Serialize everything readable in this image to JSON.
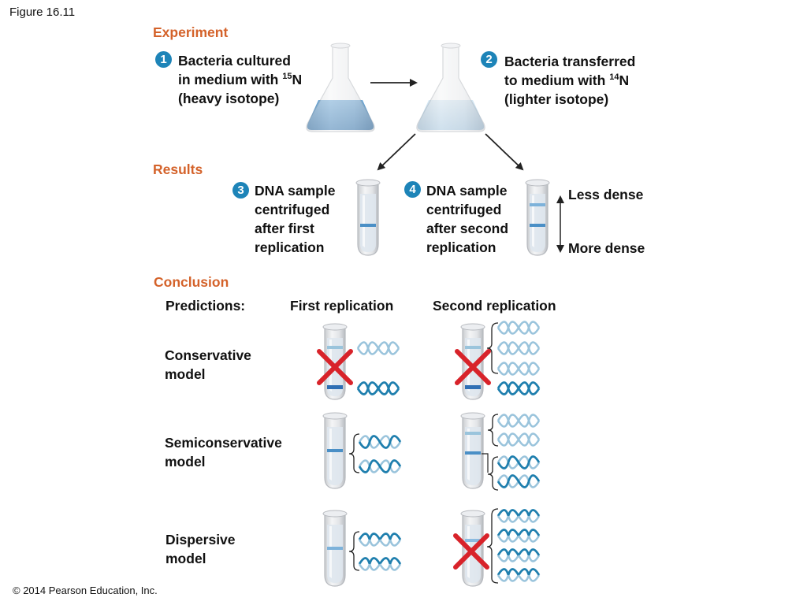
{
  "figure_label": "Figure 16.11",
  "copyright": "© 2014 Pearson Education, Inc.",
  "experiment": {
    "heading": "Experiment",
    "step1": {
      "number": "1",
      "line1": "Bacteria cultured",
      "line2_prefix": "in medium with ",
      "isotope_mass": "15",
      "isotope_symbol": "N",
      "line3": "(heavy isotope)"
    },
    "step2": {
      "number": "2",
      "line1": "Bacteria transferred",
      "line2_prefix": "to medium with ",
      "isotope_mass": "14",
      "isotope_symbol": "N",
      "line3": "(lighter isotope)"
    }
  },
  "results": {
    "heading": "Results",
    "step3": {
      "number": "3",
      "lines": [
        "DNA sample",
        "centrifuged",
        "after first",
        "replication"
      ]
    },
    "step4": {
      "number": "4",
      "lines": [
        "DNA sample",
        "centrifuged",
        "after second",
        "replication"
      ]
    },
    "density_top": "Less dense",
    "density_bottom": "More dense"
  },
  "conclusion": {
    "heading": "Conclusion",
    "predictions_label": "Predictions:",
    "col_first": "First replication",
    "col_second": "Second replication",
    "models": [
      {
        "line1": "Conservative",
        "line2": "model",
        "first_rejected": true,
        "second_rejected": true
      },
      {
        "line1": "Semiconservative",
        "line2": "model",
        "first_rejected": false,
        "second_rejected": false
      },
      {
        "line1": "Dispersive",
        "line2": "model",
        "first_rejected": false,
        "second_rejected": true
      }
    ]
  },
  "colors": {
    "heading": "#d4622a",
    "badge": "#1d84b8",
    "heavy_strand": "#1f7fae",
    "light_strand": "#9ac4dc",
    "reject_x": "#d8232a",
    "medium_heavy": "#4a8fc6",
    "medium_light": "#bcd8ec"
  }
}
